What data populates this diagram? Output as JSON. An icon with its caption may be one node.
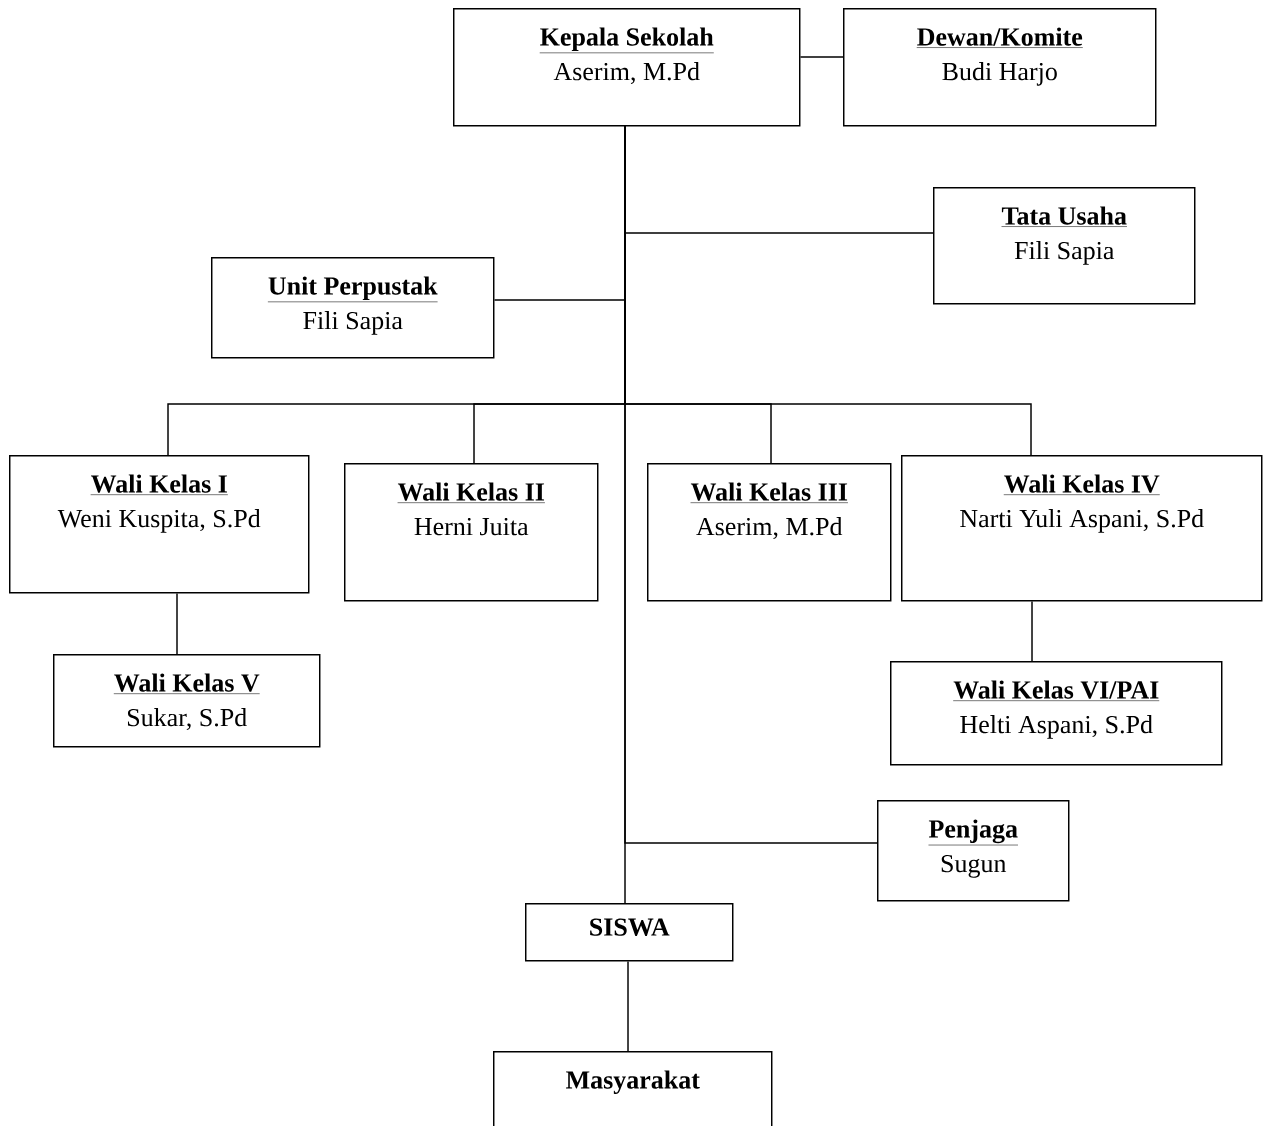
{
  "diagram": {
    "nodes": [
      {
        "text": [
          "Kepala Sekolah",
          "Aserim, M.Pd"
        ]
      },
      {
        "text": [
          "Dewan/Komite",
          "Budi Harjo"
        ]
      },
      {
        "text": [
          "Tata Usaha",
          "Fili Sapia"
        ]
      },
      {
        "text": [
          "Unit Perpustak",
          "Fili Sapia"
        ]
      },
      {
        "text": [
          "Wali Kelas I",
          "Weni Kuspita, S.Pd"
        ]
      },
      {
        "text": [
          "Wali Kelas II",
          "Herni Juita"
        ]
      },
      {
        "text": [
          "Wali Kelas III",
          "Aserim, M.Pd"
        ]
      },
      {
        "text": [
          "Wali Kelas IV",
          "Narti Yuli Aspani, S.Pd"
        ]
      },
      {
        "text": [
          "Wali Kelas V",
          "Sukar, S.Pd"
        ]
      },
      {
        "text": [
          "Wali Kelas VI/PAI",
          "Helti Aspani, S.Pd"
        ]
      },
      {
        "text": [
          "Penjaga",
          "Sugun"
        ]
      },
      {
        "text": [
          "SISWA"
        ]
      },
      {
        "text": [
          "Masyarakat"
        ]
      }
    ],
    "edges": [
      {
        "from": 0,
        "to": 1,
        "arrow": "none"
      },
      {
        "from": 0,
        "to": 2,
        "arrow": "none"
      },
      {
        "from": 0,
        "to": 3,
        "arrow": "none"
      },
      {
        "from": 0,
        "to": 4,
        "arrow": "none"
      },
      {
        "from": 0,
        "to": 5,
        "arrow": "none"
      },
      {
        "from": 0,
        "to": 6,
        "arrow": "none"
      },
      {
        "from": 0,
        "to": 7,
        "arrow": "none"
      },
      {
        "from": 4,
        "to": 8,
        "arrow": "none"
      },
      {
        "from": 7,
        "to": 9,
        "arrow": "none"
      },
      {
        "from": 0,
        "to": 10,
        "arrow": "none"
      },
      {
        "from": 0,
        "to": 11,
        "arrow": "none"
      },
      {
        "from": 11,
        "to": 12,
        "arrow": "none"
      }
    ]
  }
}
